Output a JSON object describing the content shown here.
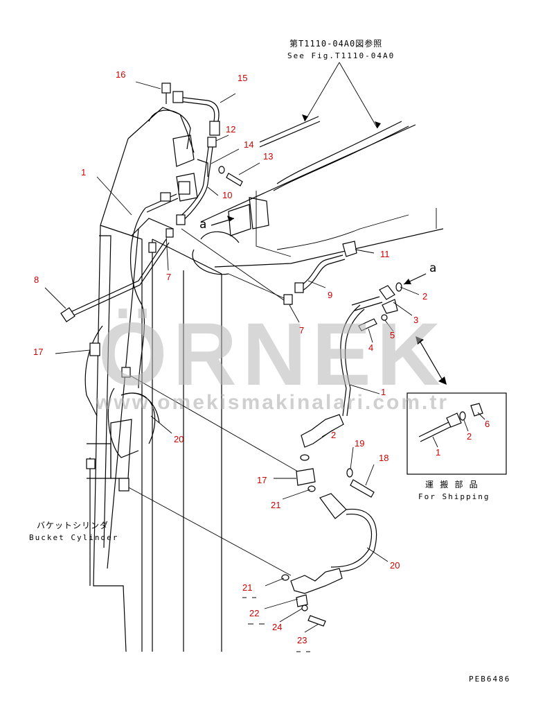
{
  "watermark": {
    "brand": "ÖRNEK",
    "site": "www.omekismakinalari.com.tr"
  },
  "texts": {
    "ref_jp": "第T1110-04A0図参照",
    "ref_en": "See Fig.T1110-04A0",
    "cyl_jp": "バケットシリンダ",
    "cyl_en": "Bucket Cylinder",
    "ship_jp": "運 搬 部 品",
    "ship_en": "For Shipping",
    "arrow_a1": "a",
    "arrow_a2": "a",
    "code": "PEB6486"
  },
  "callouts": {
    "c16": "16",
    "c15": "15",
    "c12": "12",
    "c14": "14",
    "c13": "13",
    "c10": "10",
    "c1a": "1",
    "c8": "8",
    "c7a": "7",
    "c11": "11",
    "c9": "9",
    "c7b": "7",
    "c2a": "2",
    "c3": "3",
    "c5": "5",
    "c4": "4",
    "c17a": "17",
    "c1b": "1",
    "c20a": "20",
    "c6": "6",
    "c2b": "2",
    "c1c": "1",
    "c2c": "2",
    "c19": "19",
    "c18": "18",
    "c17b": "17",
    "c21a": "21",
    "c20b": "20",
    "c21b": "21",
    "c22": "22",
    "c24": "24",
    "c23": "23"
  }
}
